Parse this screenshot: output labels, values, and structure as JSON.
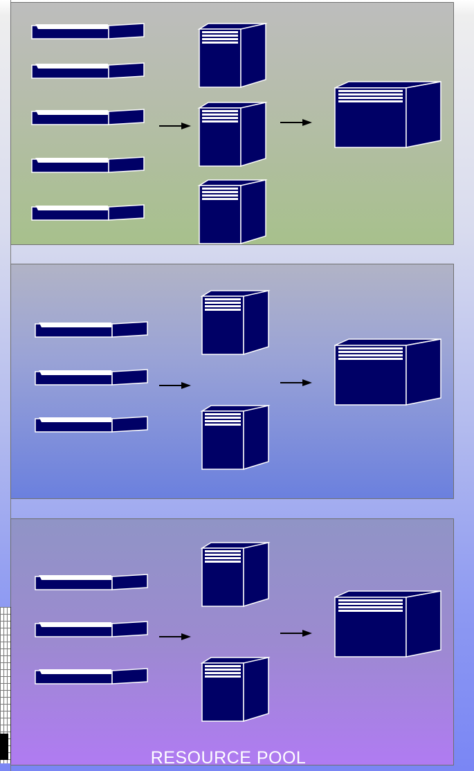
{
  "label": "RESOURCE POOL",
  "colors": {
    "equipment": "#000066",
    "outline": "#ffffff",
    "arrow": "#000000",
    "panel_top": "#a7c08c",
    "panel_middle": "#6b80de",
    "panel_bottom": "#b07bf2"
  },
  "panels": [
    {
      "id": "top",
      "drive_units": 5,
      "tower_servers": 3,
      "large_units": 1
    },
    {
      "id": "middle",
      "drive_units": 3,
      "tower_servers": 2,
      "large_units": 1
    },
    {
      "id": "bottom",
      "drive_units": 3,
      "tower_servers": 2,
      "large_units": 1
    }
  ]
}
